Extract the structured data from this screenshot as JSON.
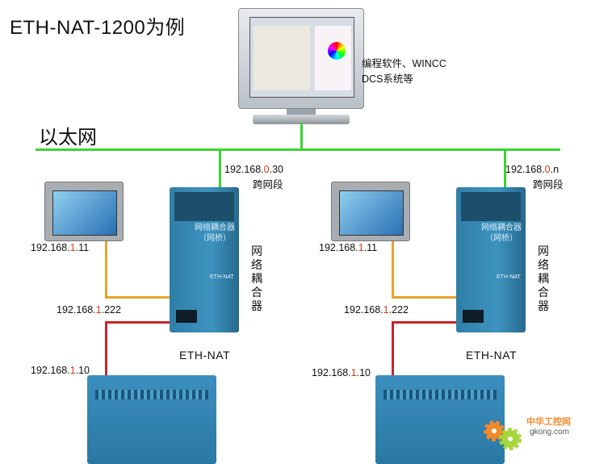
{
  "title": "ETH-NAT-1200为例",
  "bus_label": "以太网",
  "pc_label": [
    "编程软件、WINCC",
    "DCS系统等"
  ],
  "module_text": [
    "网络耦合器",
    "（网桥）"
  ],
  "module_tag": "ETH-NAT",
  "left": {
    "nat_ip": {
      "pre": "192.168.",
      "red": "0",
      "post": ".30"
    },
    "cross": "跨网段",
    "hmi_ip": {
      "pre": "192.168.",
      "red": "1",
      "post": ".11"
    },
    "nat_lan_ip": {
      "pre": "192.168.",
      "red": "1",
      "post": ".222"
    },
    "plc_ip": {
      "pre": "192.168.",
      "red": "1",
      "post": ".10"
    },
    "coupler_label": "网络耦合器",
    "device_label": "ETH-NAT"
  },
  "right": {
    "nat_ip": {
      "pre": "192.168.",
      "red": "0",
      "post": ".n"
    },
    "cross": "跨网段",
    "hmi_ip": {
      "pre": "192.168.",
      "red": "1",
      "post": ".11"
    },
    "nat_lan_ip": {
      "pre": "192.168.",
      "red": "1",
      "post": ".222"
    },
    "plc_ip": {
      "pre": "192.168.",
      "red": "1",
      "post": ".10"
    },
    "coupler_label": "网络耦合器",
    "device_label": "ETH-NAT"
  },
  "watermark": {
    "cn": "中华工控网",
    "en": "gkong.com"
  },
  "colors": {
    "ethernet": "#3cd42e",
    "hmi_link": "#e8a32a",
    "plc_link": "#c8242a",
    "ip_highlight": "#d43a1a"
  }
}
